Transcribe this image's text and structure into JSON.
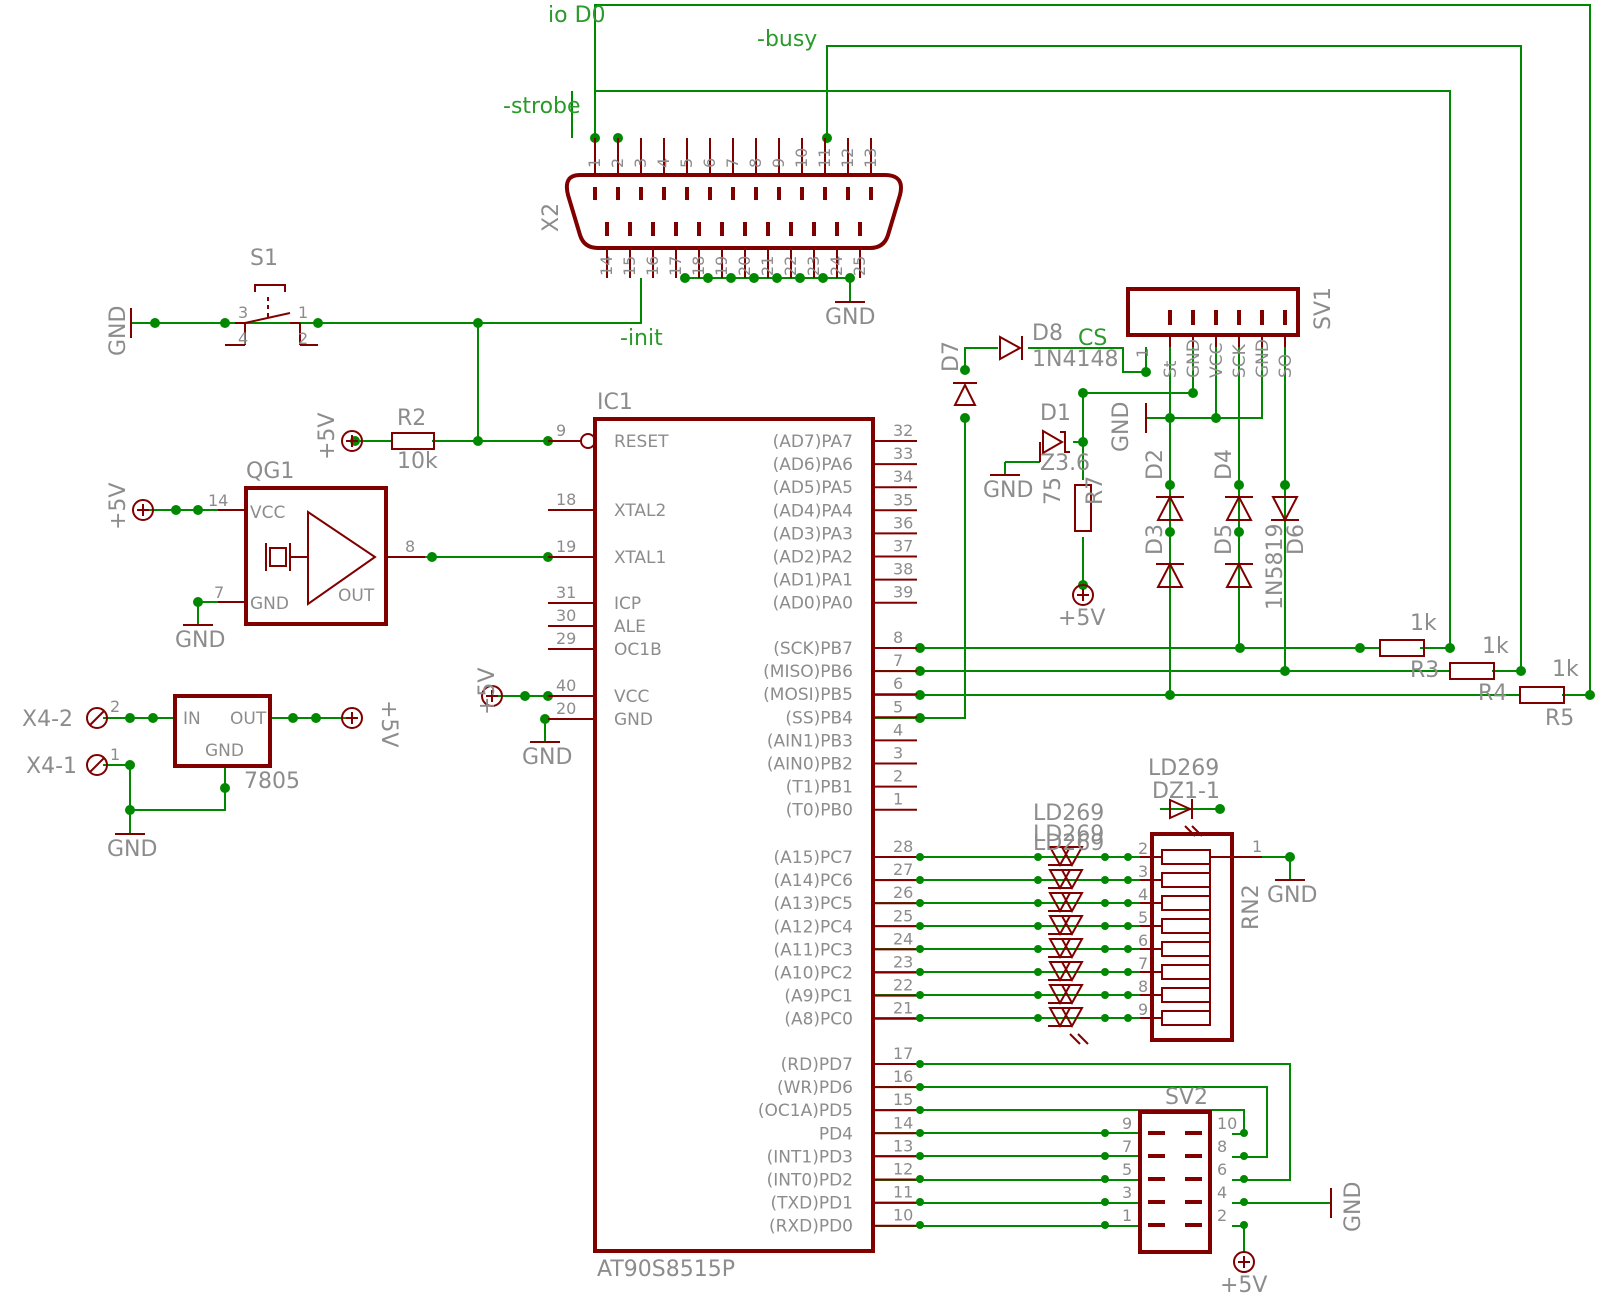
{
  "colors": {
    "wire": "#008800",
    "part": "#800000",
    "text": "#8c8c8c",
    "net_label": "#2a9a2a",
    "background": "#ffffff"
  },
  "nets": {
    "io_d0": "io D0",
    "busy": "-busy",
    "strobe": "-strobe",
    "init": "-init",
    "cs": "CS"
  },
  "x2": {
    "name": "X2",
    "top_pins": [
      "1",
      "2",
      "3",
      "4",
      "5",
      "6",
      "7",
      "8",
      "9",
      "10",
      "11",
      "12",
      "13"
    ],
    "bottom_pins": [
      "14",
      "15",
      "16",
      "17",
      "18",
      "19",
      "20",
      "21",
      "22",
      "23",
      "24",
      "25"
    ]
  },
  "s1": {
    "name": "S1",
    "pins": [
      "3",
      "4",
      "1",
      "2"
    ]
  },
  "r2": {
    "name": "R2",
    "value": "10k"
  },
  "qg1": {
    "name": "QG1",
    "vcc": "VCC",
    "gnd": "GND",
    "out": "OUT",
    "pin_vcc": "14",
    "pin_gnd": "7",
    "pin_out": "8"
  },
  "ic1": {
    "name": "IC1",
    "part": "AT90S8515P",
    "left_pins": [
      {
        "num": "9",
        "name": "RESET"
      },
      {
        "num": "18",
        "name": "XTAL2"
      },
      {
        "num": "19",
        "name": "XTAL1"
      },
      {
        "num": "31",
        "name": "ICP"
      },
      {
        "num": "30",
        "name": "ALE"
      },
      {
        "num": "29",
        "name": "OC1B"
      },
      {
        "num": "40",
        "name": "VCC"
      },
      {
        "num": "20",
        "name": "GND"
      }
    ],
    "pa": [
      {
        "num": "32",
        "name": "(AD7)PA7"
      },
      {
        "num": "33",
        "name": "(AD6)PA6"
      },
      {
        "num": "34",
        "name": "(AD5)PA5"
      },
      {
        "num": "35",
        "name": "(AD4)PA4"
      },
      {
        "num": "36",
        "name": "(AD3)PA3"
      },
      {
        "num": "37",
        "name": "(AD2)PA2"
      },
      {
        "num": "38",
        "name": "(AD1)PA1"
      },
      {
        "num": "39",
        "name": "(AD0)PA0"
      }
    ],
    "pb": [
      {
        "num": "8",
        "name": "(SCK)PB7"
      },
      {
        "num": "7",
        "name": "(MISO)PB6"
      },
      {
        "num": "6",
        "name": "(MOSI)PB5"
      },
      {
        "num": "5",
        "name": "(SS)PB4"
      },
      {
        "num": "4",
        "name": "(AIN1)PB3"
      },
      {
        "num": "3",
        "name": "(AIN0)PB2"
      },
      {
        "num": "2",
        "name": "(T1)PB1"
      },
      {
        "num": "1",
        "name": "(T0)PB0"
      }
    ],
    "pc": [
      {
        "num": "28",
        "name": "(A15)PC7"
      },
      {
        "num": "27",
        "name": "(A14)PC6"
      },
      {
        "num": "26",
        "name": "(A13)PC5"
      },
      {
        "num": "25",
        "name": "(A12)PC4"
      },
      {
        "num": "24",
        "name": "(A11)PC3"
      },
      {
        "num": "23",
        "name": "(A10)PC2"
      },
      {
        "num": "22",
        "name": "(A9)PC1"
      },
      {
        "num": "21",
        "name": "(A8)PC0"
      }
    ],
    "pd": [
      {
        "num": "17",
        "name": "(RD)PD7"
      },
      {
        "num": "16",
        "name": "(WR)PD6"
      },
      {
        "num": "15",
        "name": "(OC1A)PD5"
      },
      {
        "num": "14",
        "name": "PD4"
      },
      {
        "num": "13",
        "name": "(INT1)PD3"
      },
      {
        "num": "12",
        "name": "(INT0)PD2"
      },
      {
        "num": "11",
        "name": "(TXD)PD1"
      },
      {
        "num": "10",
        "name": "(RXD)PD0"
      }
    ]
  },
  "reg": {
    "part": "7805",
    "in": "IN",
    "out": "OUT",
    "gnd": "GND",
    "x4_2": "X4-2",
    "x4_1": "X4-1",
    "pin_in": "2",
    "pin_gnd": "1"
  },
  "sv1": {
    "name": "SV1",
    "pin1": "1",
    "signals": [
      "St",
      "GND",
      "VCC",
      "SCK",
      "GND",
      "SO"
    ]
  },
  "d7": {
    "name": "D7"
  },
  "d8": {
    "name": "D8",
    "value": "1N4148"
  },
  "d1": {
    "name": "D1",
    "value": "Z3.6"
  },
  "r7": {
    "name": "R7",
    "value": "75"
  },
  "diodes": {
    "d2": "D2",
    "d3": "D3",
    "d4": "D4",
    "d5": "D5",
    "d6": "D6",
    "d6_value": "1N5819"
  },
  "resistors": {
    "r3": {
      "name": "R3",
      "value": "1k"
    },
    "r4": {
      "name": "R4",
      "value": "1k"
    },
    "r5": {
      "name": "R5",
      "value": "1k"
    }
  },
  "leds": {
    "value": "LD269",
    "top_name": "DZ1-1",
    "stack_values": [
      "LD269",
      "LD269",
      "LD269"
    ]
  },
  "rn2": {
    "name": "RN2",
    "pins": [
      "2",
      "3",
      "4",
      "5",
      "6",
      "7",
      "8",
      "9"
    ],
    "common_pin": "1"
  },
  "sv2": {
    "name": "SV2",
    "left_pins": [
      "9",
      "7",
      "5",
      "3",
      "1"
    ],
    "right_pins": [
      "10",
      "8",
      "6",
      "4",
      "2"
    ]
  },
  "power": {
    "gnd": "GND",
    "vcc": "+5V"
  }
}
